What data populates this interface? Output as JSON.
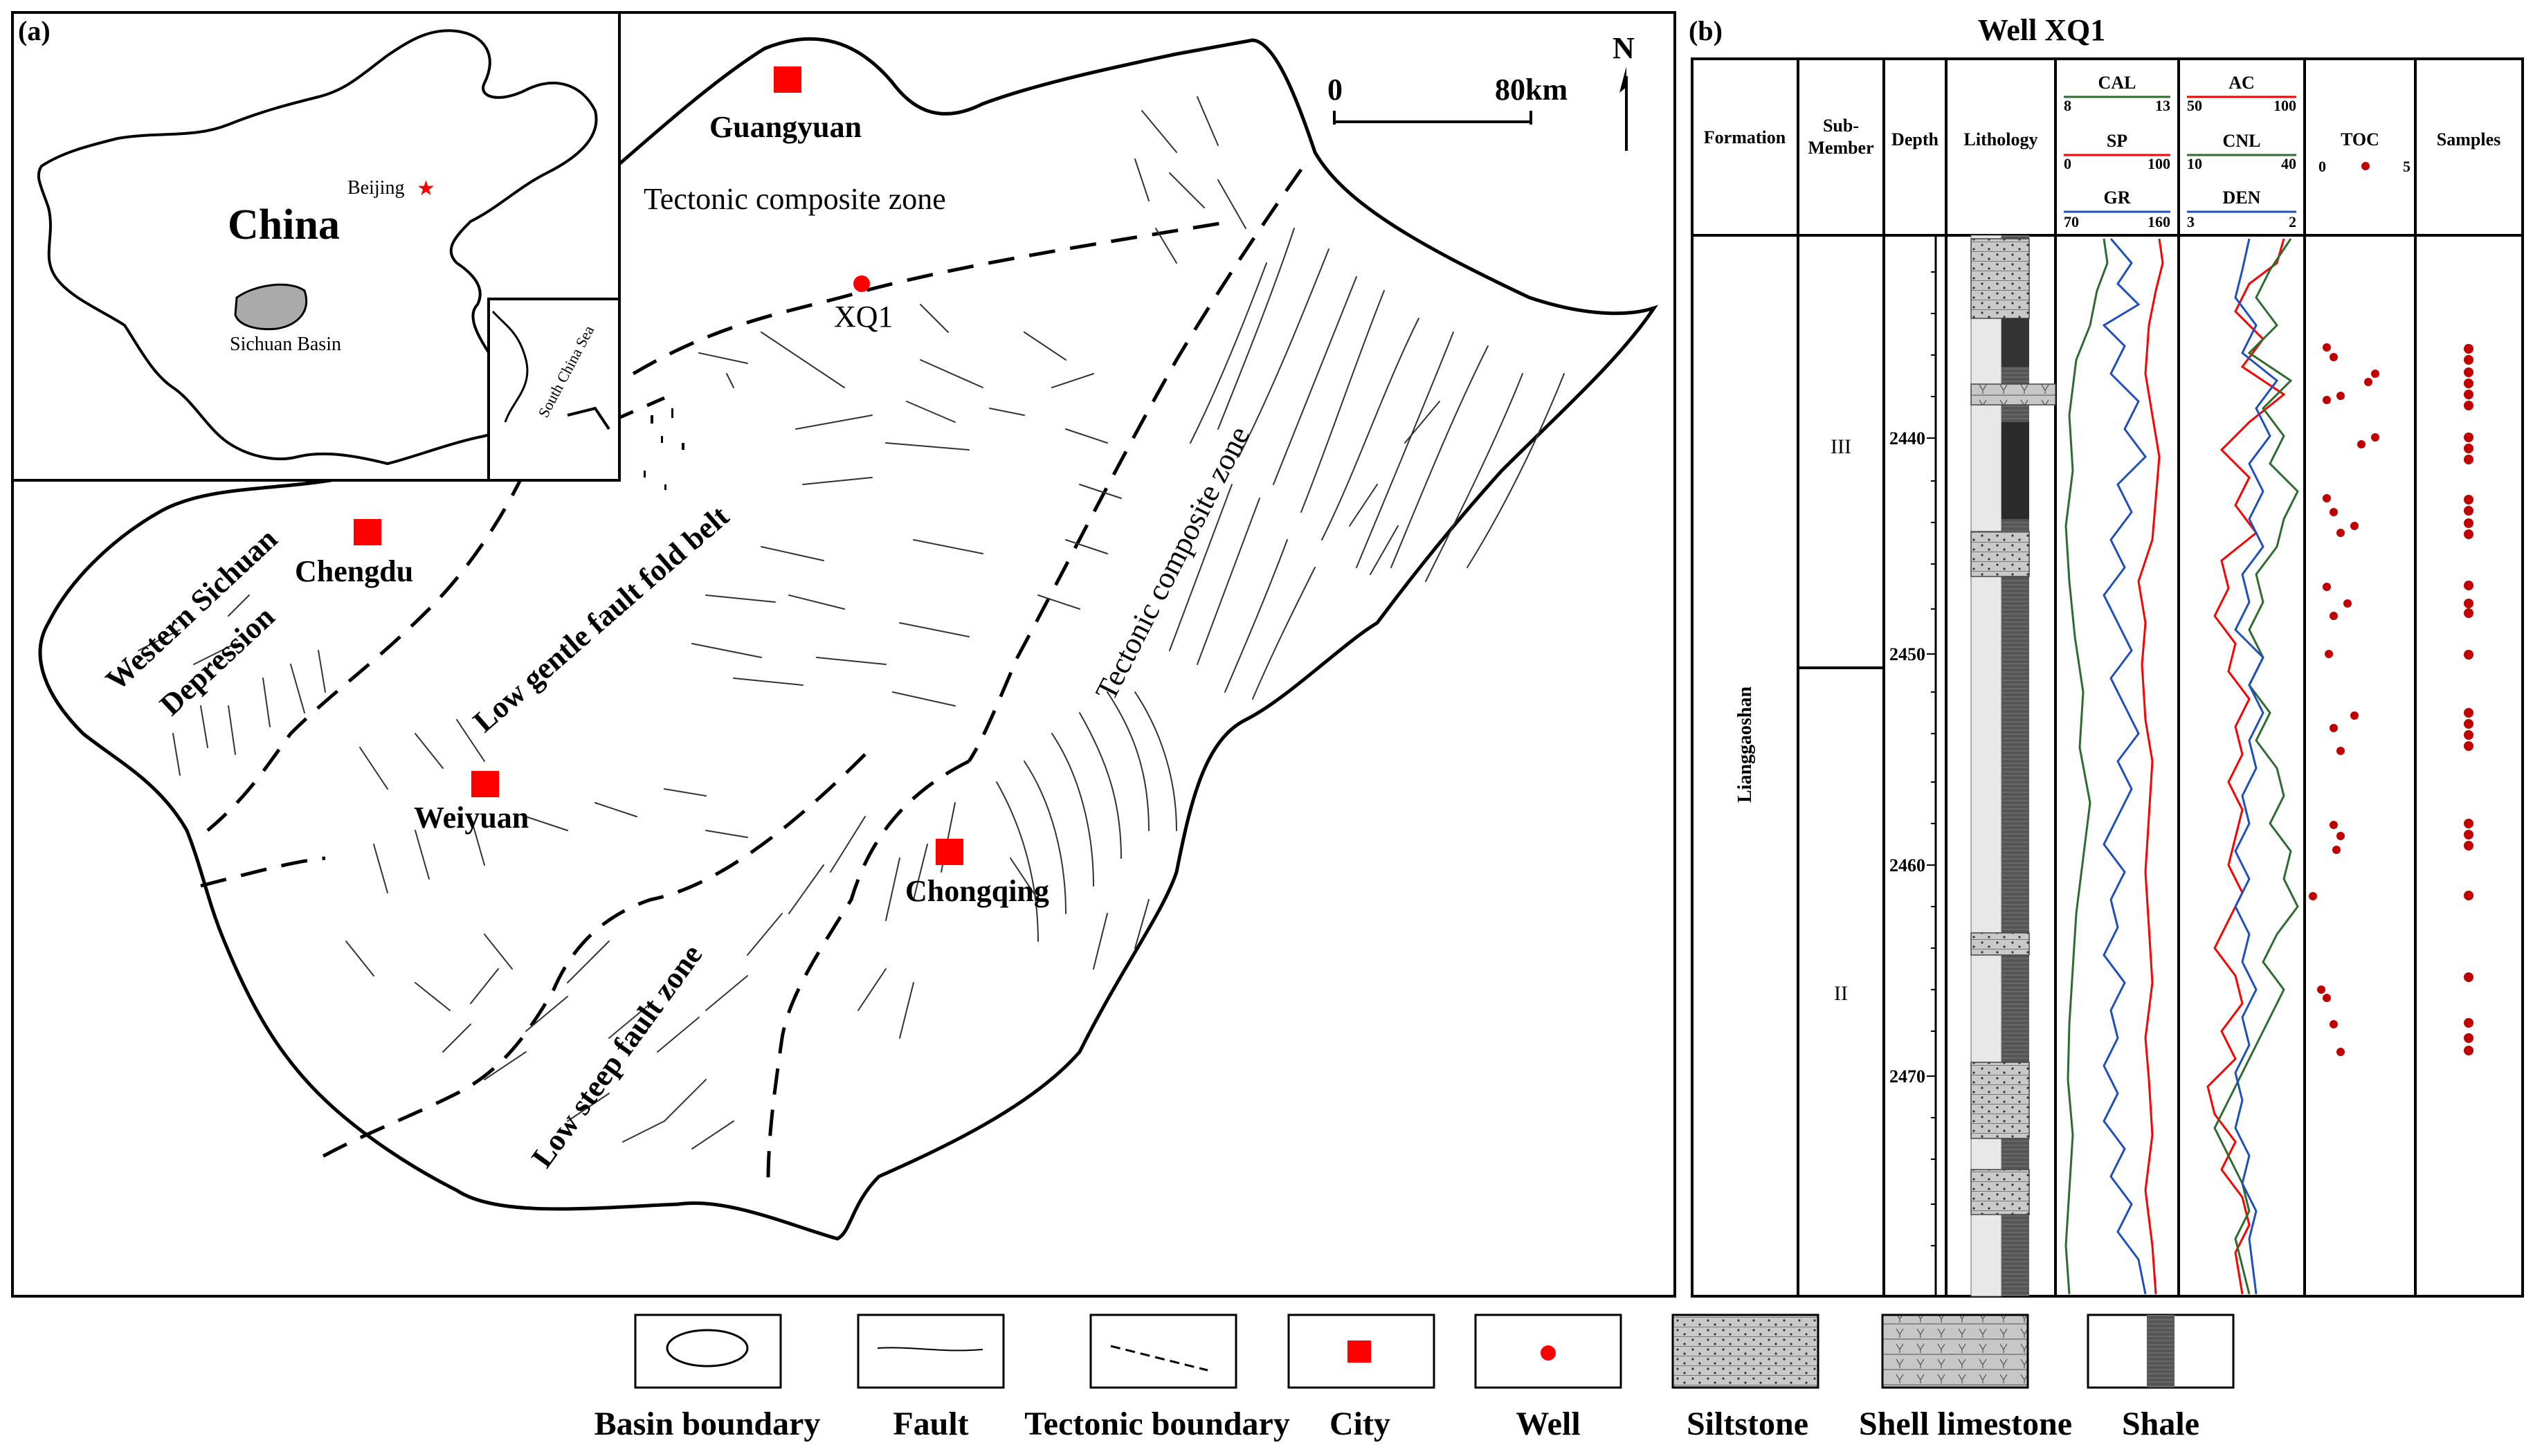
{
  "panel_a": {
    "label": "(a)",
    "scale": {
      "zero": "0",
      "end": "80km"
    },
    "north": "N",
    "inset": {
      "country": "China",
      "capital": "Beijing",
      "basin": "Sichuan Basin",
      "sea": "South China Sea"
    },
    "zones": {
      "northern": "Tectonic composite zone",
      "eastern": "Tectonic composite zone",
      "western": "Western Sichuan Depression",
      "central": "Low gentle fault fold belt",
      "southern": "Low steep fault zone"
    },
    "cities": [
      "Guangyuan",
      "Chengdu",
      "Weiyuan",
      "Chongqing"
    ],
    "well": "XQ1",
    "colors": {
      "city": "#ff0000",
      "well": "#ff0000",
      "capital_star": "#ff0000"
    }
  },
  "panel_b": {
    "label": "(b)",
    "title": "Well XQ1",
    "headers": {
      "formation": "Formation",
      "sub_member_1": "Sub-",
      "sub_member_2": "Member",
      "depth": "Depth",
      "lithology": "Lithology",
      "toc": "TOC",
      "samples": "Samples"
    },
    "formation": "Lianggaoshan",
    "sub_members": [
      "III",
      "II"
    ],
    "depth_labels": [
      "2440",
      "2450",
      "2460",
      "2470"
    ],
    "logs_1": [
      {
        "name": "CAL",
        "min": "8",
        "max": "13",
        "color": "#2e6b2e"
      },
      {
        "name": "SP",
        "min": "0",
        "max": "100",
        "color": "#ff0000"
      },
      {
        "name": "GR",
        "min": "70",
        "max": "160",
        "color": "#1f4fbf"
      }
    ],
    "logs_2": [
      {
        "name": "AC",
        "min": "50",
        "max": "100",
        "color": "#ff0000"
      },
      {
        "name": "CNL",
        "min": "10",
        "max": "40",
        "color": "#2e6b2e"
      },
      {
        "name": "DEN",
        "min": "3",
        "max": "2",
        "color": "#1f4fbf"
      }
    ],
    "toc_scale": {
      "min": "0",
      "max": "5"
    }
  },
  "legend": [
    {
      "id": "basin-boundary",
      "label": "Basin boundary"
    },
    {
      "id": "fault",
      "label": "Fault"
    },
    {
      "id": "tectonic-boundary",
      "label": "Tectonic boundary"
    },
    {
      "id": "city",
      "label": "City"
    },
    {
      "id": "well",
      "label": "Well"
    },
    {
      "id": "siltstone",
      "label": "Siltstone"
    },
    {
      "id": "shell-limestone",
      "label": "Shell limestone"
    },
    {
      "id": "shale",
      "label": "Shale"
    }
  ]
}
